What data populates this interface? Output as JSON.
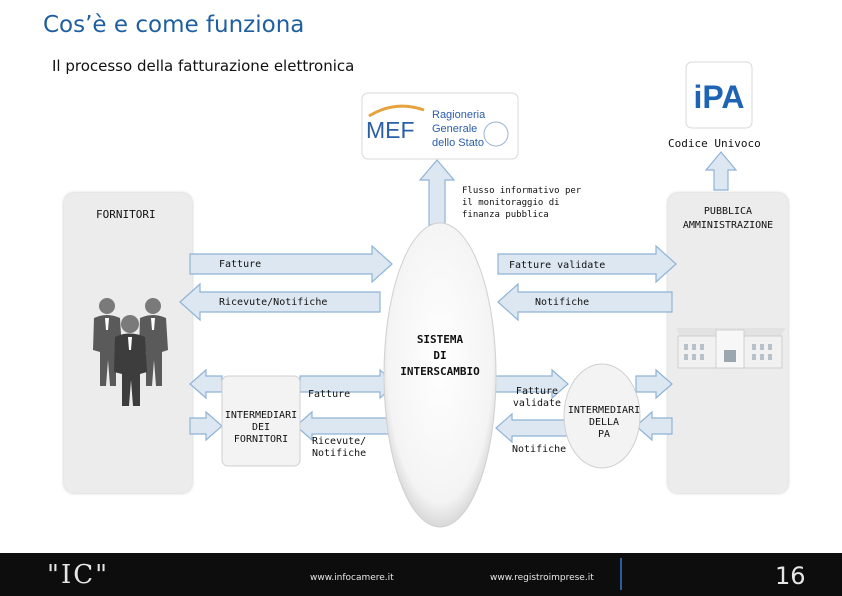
{
  "header": {
    "title": "Cos’è e come funziona",
    "subtitle": "Il processo della fatturazione elettronica"
  },
  "mef_logo": {
    "mark": "MEF",
    "line1": "Ragioneria",
    "line2": "Generale",
    "line3": "dello Stato"
  },
  "ipa_logo": {
    "mark": "iPA",
    "caption": "Codice Univoco"
  },
  "flusso_label": "Flusso informativo per il monitoraggio di finanza pubblica",
  "fornitori_panel": {
    "label": "FORNITORI"
  },
  "pa_panel": {
    "label_line1": "PUBBLICA",
    "label_line2": "AMMINISTRAZIONE"
  },
  "sdi": {
    "line1": "SISTEMA",
    "line2": "DI",
    "line3": "INTERSCAMBIO"
  },
  "arrows": {
    "fatture": "Fatture",
    "fatture_validate": "Fatture validate",
    "ricevute_notifiche": "Ricevute/Notifiche",
    "notifiche": "Notifiche",
    "inner_fatture": "Fatture",
    "inner_ricevute_line1": "Ricevute/",
    "inner_ricevute_line2": "Notifiche",
    "inner_fatture_validate_line1": "Fatture",
    "inner_fatture_validate_line2": "validate",
    "inner_notifiche": "Notifiche"
  },
  "intermediari_fornitori": {
    "line1": "INTERMEDIARI",
    "line2": "DEI",
    "line3": "FORNITORI"
  },
  "intermediari_pa": {
    "line1": "INTERMEDIARI",
    "line2": "DELLA",
    "line3": "PA"
  },
  "footer": {
    "logo": "\"IC\"",
    "link1": "www.infocamere.it",
    "link2": "www.registroimprese.it",
    "page": "16"
  },
  "colors": {
    "title": "#1f5f9f",
    "arrow_fill": "#dce7f1",
    "arrow_stroke": "#8fb3d6",
    "mef_blue": "#2b5fa8",
    "mef_orange": "#e6a23c",
    "ipa_blue": "#1f64b4"
  }
}
